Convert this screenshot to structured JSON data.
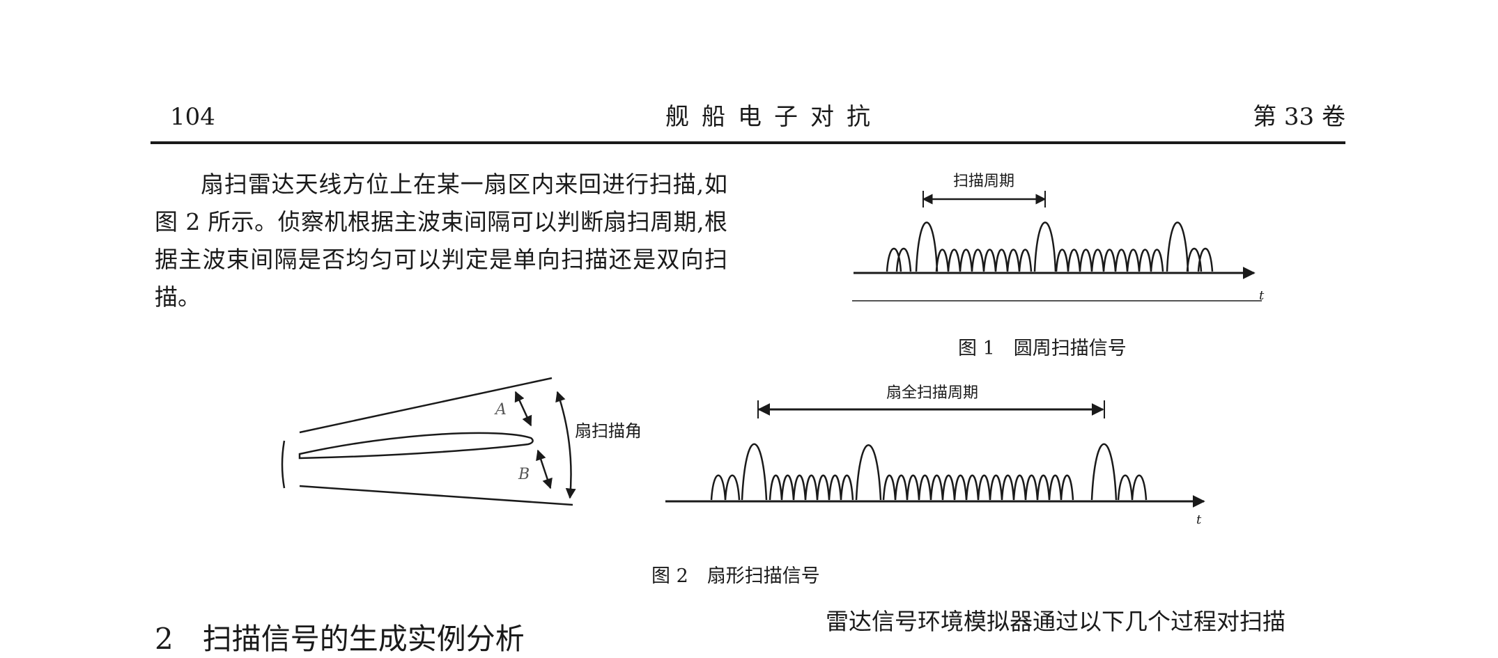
{
  "header": {
    "page_number": "104",
    "journal_title": "舰船电子对抗",
    "volume": "第 33 卷"
  },
  "body": {
    "paragraph_lines": [
      "扇扫雷达天线方位上在某一扇区内来回进行扫",
      "描,如图 2 所示。侦察机根据主波束间隔可以判断",
      "扇扫周期,根据主波束间隔是否均匀可以判定是单",
      "向扫描还是双向扫描。"
    ]
  },
  "figure1": {
    "caption": "图 1　圆周扫描信号",
    "period_label": "扫描周期",
    "axis_label": "t"
  },
  "figure2": {
    "caption": "图 2　扇形扫描信号",
    "label_a": "A",
    "label_b": "B",
    "angle_label": "扇扫描角",
    "period_label": "扇全扫描周期",
    "axis_label": "t"
  },
  "next_section": {
    "heading": "2　扫描信号的生成实例分析",
    "right_column_line": "雷达信号环境模拟器通过以下几个过程对扫描"
  }
}
